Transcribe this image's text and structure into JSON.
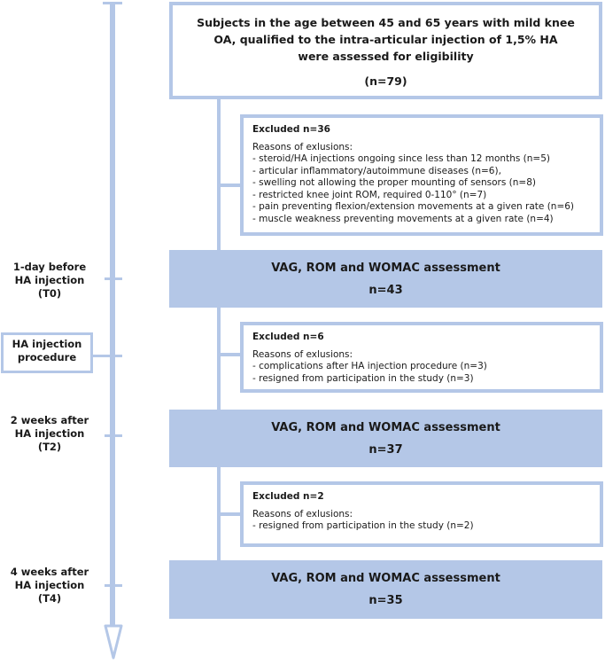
{
  "top_box": {
    "lines": [
      "Subjects in the age between 45 and 65 years with mild knee",
      "OA, qualified to the intra-articular injection of 1,5% HA",
      "were assessed for eligibility"
    ],
    "n": "(n=79)"
  },
  "excluded_1": {
    "title": "Excluded n=36",
    "reasons_label": "Reasons of exlusions:",
    "reasons": [
      "- steroid/HA injections ongoing since less than 12 months (n=5)",
      "- articular inflammatory/autoimmune diseases (n=6),",
      "- swelling not allowing the proper mounting of sensors (n=8)",
      "- restricted knee joint ROM, required 0-110° (n=7)",
      "- pain preventing flexion/extension movements at a given rate (n=6)",
      "- muscle weakness preventing movements at a given rate (n=4)"
    ]
  },
  "assessment_1": {
    "title": "VAG, ROM and WOMAC assessment",
    "n": "n=43"
  },
  "excluded_2": {
    "title": "Excluded n=6",
    "reasons_label": "Reasons of exlusions:",
    "reasons": [
      "- complications after HA injection procedure (n=3)",
      "- resigned from participation in the study (n=3)"
    ]
  },
  "assessment_2": {
    "title": "VAG, ROM and WOMAC assessment",
    "n": "n=37"
  },
  "excluded_3": {
    "title": "Excluded n=2",
    "reasons_label": "Reasons of exlusions:",
    "reasons": [
      "- resigned from participation in the study (n=2)"
    ]
  },
  "assessment_3": {
    "title": "VAG, ROM and WOMAC assessment",
    "n": "n=35"
  },
  "timeline": {
    "t0": [
      "1-day before",
      "HA injection",
      "(T0)"
    ],
    "procedure": [
      "HA injection",
      "procedure"
    ],
    "t2": [
      "2 weeks after",
      "HA injection",
      "(T2)"
    ],
    "t4": [
      "4 weeks after",
      "HA injection",
      "(T4)"
    ]
  },
  "colors": {
    "accent": "#b4c7e7"
  }
}
